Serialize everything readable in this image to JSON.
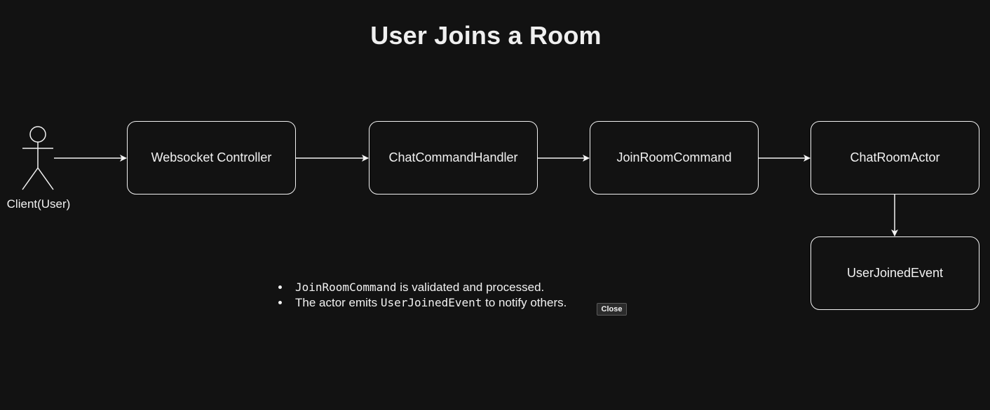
{
  "title": "User Joins a Room",
  "actor": {
    "label": "Client(User)",
    "icon": "stick-figure-icon"
  },
  "nodes": [
    {
      "label": "Websocket Controller"
    },
    {
      "label": "ChatCommandHandler"
    },
    {
      "label": "JoinRoomCommand"
    },
    {
      "label": "ChatRoomActor"
    },
    {
      "label": "UserJoinedEvent"
    }
  ],
  "edges": [
    {
      "from": "Client(User)",
      "to": "Websocket Controller"
    },
    {
      "from": "Websocket Controller",
      "to": "ChatCommandHandler"
    },
    {
      "from": "ChatCommandHandler",
      "to": "JoinRoomCommand"
    },
    {
      "from": "JoinRoomCommand",
      "to": "ChatRoomActor"
    },
    {
      "from": "ChatRoomActor",
      "to": "UserJoinedEvent"
    }
  ],
  "notes": [
    {
      "code": "JoinRoomCommand",
      "before": "",
      "after": " is validated and processed."
    },
    {
      "code": "UserJoinedEvent",
      "before": "The actor emits ",
      "after": " to notify others."
    }
  ],
  "close_label": "Close",
  "colors": {
    "background": "#121212",
    "stroke": "#f2f2f2",
    "text": "#f2f2f2",
    "button_bg": "#2b2b2b"
  }
}
